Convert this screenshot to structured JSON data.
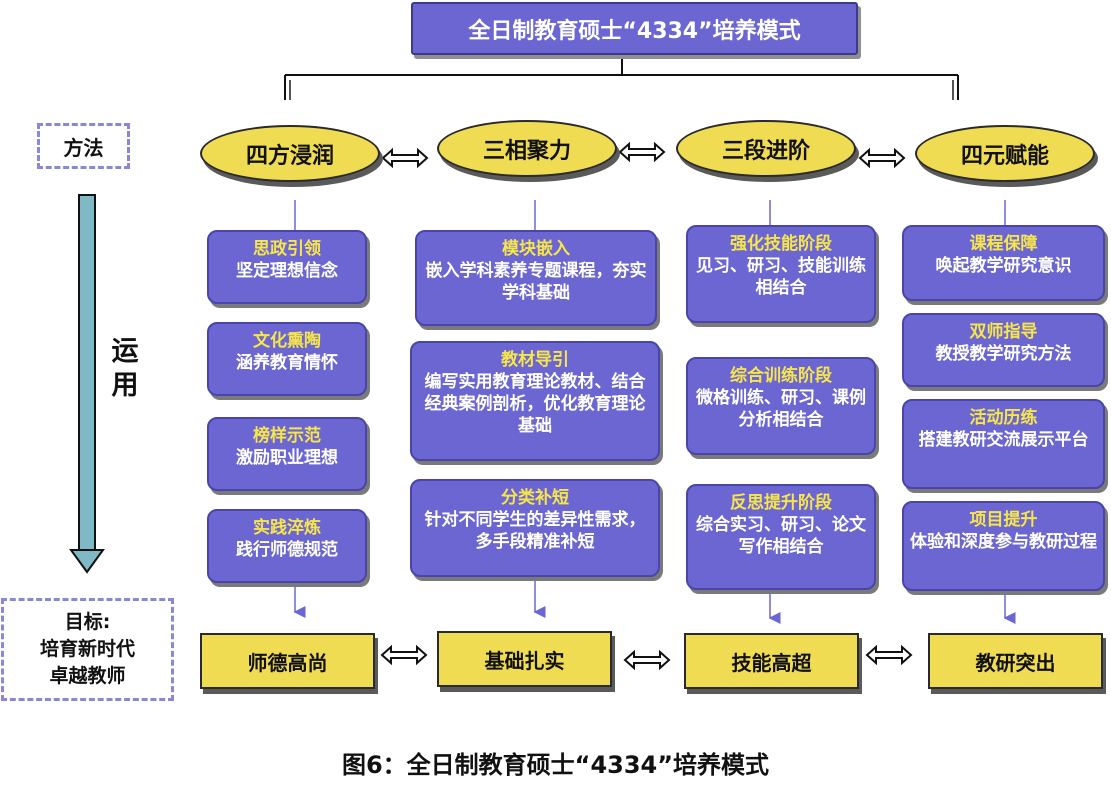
{
  "title": "全日制教育硕士“4334”培养模式",
  "labels": {
    "method": "方法",
    "usage": "运\n用",
    "goal_line1": "目标:",
    "goal_line2": "培育新时代",
    "goal_line3": "卓越教师"
  },
  "columns": [
    {
      "method": "四方浸润",
      "items": [
        {
          "title": "思政引领",
          "desc": "坚定理想信念"
        },
        {
          "title": "文化熏陶",
          "desc": "涵养教育情怀"
        },
        {
          "title": "榜样示范",
          "desc": "激励职业理想"
        },
        {
          "title": "实践淬炼",
          "desc": "践行师德规范"
        }
      ],
      "outcome": "师德高尚"
    },
    {
      "method": "三相聚力",
      "items": [
        {
          "title": "模块嵌入",
          "desc": "嵌入学科素养专题课程，夯实学科基础"
        },
        {
          "title": "教材导引",
          "desc": "编写实用教育理论教材、结合经典案例剖析，优化教育理论基础"
        },
        {
          "title": "分类补短",
          "desc": "针对不同学生的差异性需求，多手段精准补短"
        }
      ],
      "outcome": "基础扎实"
    },
    {
      "method": "三段进阶",
      "items": [
        {
          "title": "强化技能阶段",
          "desc": "见习、研习、技能训练相结合"
        },
        {
          "title": "综合训练阶段",
          "desc": "微格训练、研习、课例分析相结合"
        },
        {
          "title": "反思提升阶段",
          "desc": "综合实习、研习、论文写作相结合"
        }
      ],
      "outcome": "技能高超"
    },
    {
      "method": "四元赋能",
      "items": [
        {
          "title": "课程保障",
          "desc": "唤起教学研究意识"
        },
        {
          "title": "双师指导",
          "desc": "教授教学研究方法"
        },
        {
          "title": "活动历练",
          "desc": "搭建教研交流展示平台"
        },
        {
          "title": "项目提升",
          "desc": "体验和深度参与教研过程"
        }
      ],
      "outcome": "教研突出"
    }
  ],
  "caption": "图6：全日制教育硕士“4334”培养模式",
  "colors": {
    "card_fill": "#6b66d2",
    "card_title": "#f7e64a",
    "ellipse_fill": "#f0dc52",
    "outcome_fill": "#f0dc52",
    "dashed_border": "#8a86d8"
  }
}
